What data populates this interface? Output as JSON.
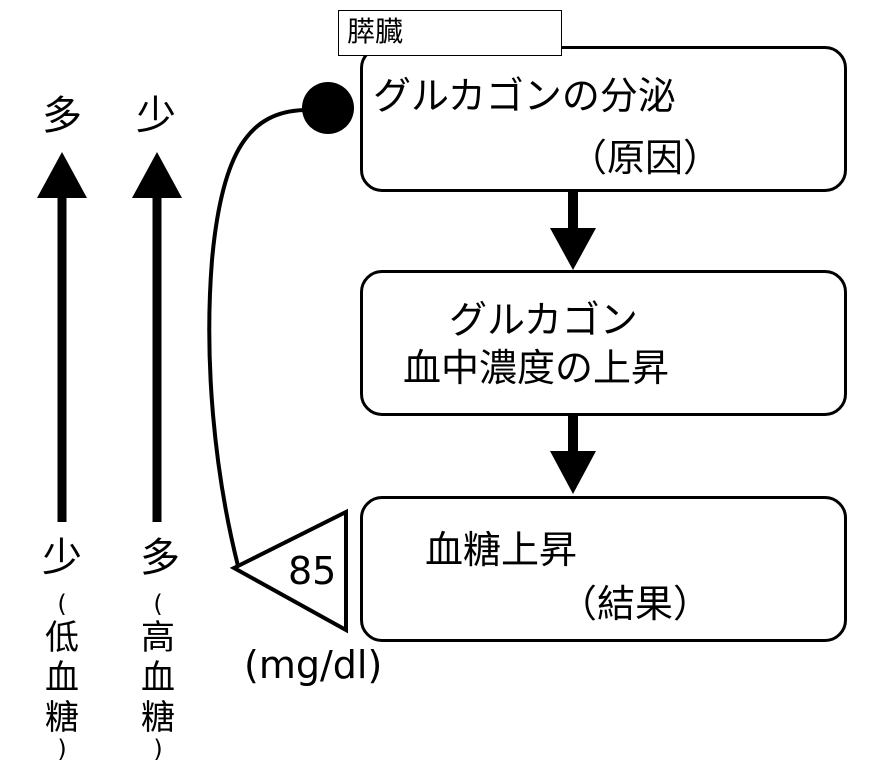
{
  "left_scale_1": {
    "top": "多",
    "bottom_char": "少",
    "bottom_note": [
      "(",
      "低",
      "血",
      "糖",
      ")"
    ]
  },
  "left_scale_2": {
    "top": "少",
    "bottom_char": "多",
    "bottom_note": [
      "(",
      "高",
      "血",
      "糖",
      ")"
    ]
  },
  "organ_label": "膵臓",
  "boxes": {
    "cause_line1": "グルカゴンの分泌",
    "cause_line2": "（原因）",
    "middle_line1": "グルカゴン",
    "middle_line2": "血中濃度の上昇",
    "result_line1": "血糖上昇",
    "result_line2": "（結果）"
  },
  "sensor": {
    "value": "85",
    "unit": "(mg/dl)"
  }
}
